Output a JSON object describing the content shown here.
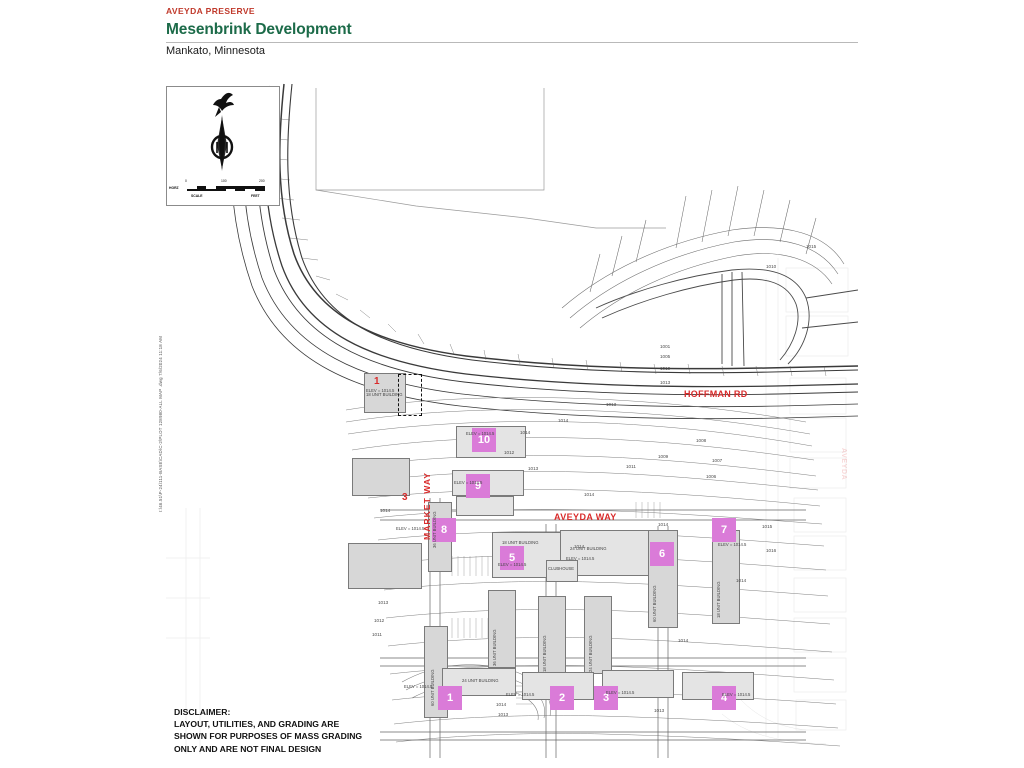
{
  "header": {
    "eyebrow": "AVEYDA PRESERVE",
    "title": "Mesenbrink Development",
    "subtitle": "Mankato, Minnesota"
  },
  "north_arrow": {
    "icon": "compass-rose-north-arrow",
    "bird_icon": "bird-silhouette-icon"
  },
  "scale_bar": {
    "left_caption": "HORZ",
    "bottom_left_caption": "SCALE",
    "bottom_right_caption": "FEET",
    "ticks": [
      "0",
      "100",
      "200"
    ]
  },
  "street_labels": [
    {
      "name": "HOFFMAN RD",
      "orientation": "horizontal"
    },
    {
      "name": "MARKET WAY",
      "orientation": "vertical"
    },
    {
      "name": "AVEYDA WAY",
      "orientation": "horizontal"
    },
    {
      "name": "AVEYDA",
      "orientation": "vertical",
      "faded": true
    }
  ],
  "markers": [
    {
      "id": "1",
      "elev": "ELEV = 1014.5"
    },
    {
      "id": "2",
      "elev": "ELEV = 1014.5"
    },
    {
      "id": "3",
      "elev": "ELEV = 1014.5"
    },
    {
      "id": "4",
      "elev": "ELEV = 1014.5"
    },
    {
      "id": "5",
      "elev": "ELEV = 1014.5"
    },
    {
      "id": "6",
      "elev": "ELEV = 1014.5"
    },
    {
      "id": "7",
      "elev": "ELEV = 1014.5"
    },
    {
      "id": "8",
      "elev": "ELEV = 1014.5"
    },
    {
      "id": "9",
      "elev": "ELEV = 1014.5"
    },
    {
      "id": "10",
      "elev": "ELEV = 1014.5"
    }
  ],
  "red_markers": [
    {
      "id": "1"
    },
    {
      "id": "3"
    }
  ],
  "building_labels": [
    "18 UNIT BUILDING",
    "24 UNIT BUILDING",
    "36 UNIT BUILDING",
    "60 UNIT BUILDING",
    "CLUBHOUSE"
  ],
  "contour_labels": [
    "1001",
    "1005",
    "1010",
    "1013",
    "1014",
    "1012",
    "1011",
    "1009",
    "1008",
    "1007",
    "1006",
    "1015",
    "1016"
  ],
  "disclaimer": {
    "line1": "DISCLAIMER:",
    "line2": "LAYOUT, UTILITIES, AND GRADING ARE",
    "line3": "SHOWN FOR PURPOSES OF MASS GRADING",
    "line4": "ONLY AND ARE NOT FINAL DESIGN"
  },
  "plot_stamp": "I:\\46.51\\P-24\\111-BASE\\CAD\\C-2\\PLOT 128980-ALL MAP .dwg  7/6/2024 11:18 AM",
  "colors": {
    "title_green": "#1c6b49",
    "accent_red": "#d92b2b",
    "marker_magenta": "#da7bd8",
    "building_gray": "#d7d7d7"
  }
}
